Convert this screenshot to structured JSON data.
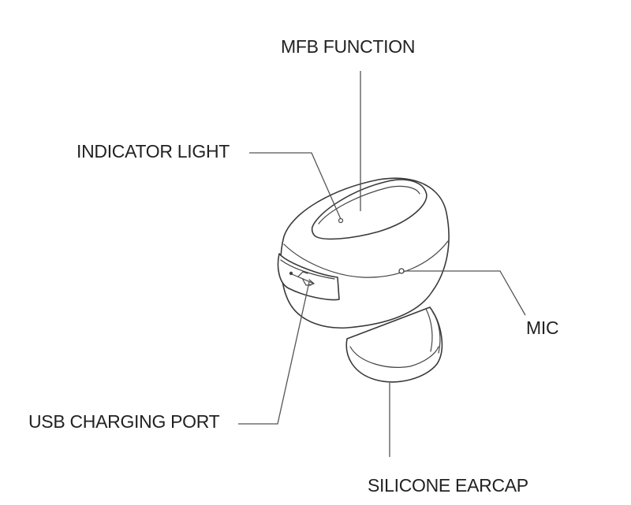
{
  "diagram": {
    "labels": {
      "mfb_function": "MFB FUNCTION",
      "indicator_light": "INDICATOR LIGHT",
      "mic": "MIC",
      "usb_charging_port": "USB CHARGING PORT",
      "silicone_earcap": "SILICONE EARCAP"
    },
    "colors": {
      "background": "#ffffff",
      "line": "#3a3a3a",
      "text": "#222222"
    }
  }
}
